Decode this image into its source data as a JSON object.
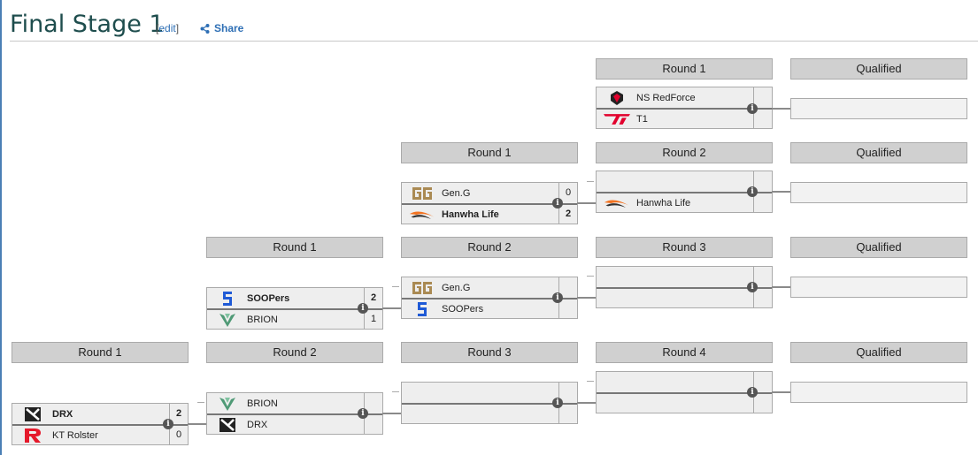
{
  "page": {
    "title": "Final Stage 1",
    "edit_prefix": "[",
    "edit_label": "edit",
    "edit_suffix": "]",
    "share_label": "Share"
  },
  "bracket": {
    "headers": {
      "c5r1": "Round 1",
      "c5q1": "Qualified",
      "c4r2": "Round 1",
      "c5r2": "Round 2",
      "c5q2": "Qualified",
      "c2r3": "Round 1",
      "c3r3": "Round 2",
      "c4r3": "Round 3",
      "c5q3": "Qualified",
      "c1r4": "Round 1",
      "c2r4": "Round 2",
      "c3r4": "Round 3",
      "c4r4": "Round 4",
      "c5q4": "Qualified"
    },
    "matches": {
      "m_ns_t1": {
        "top": {
          "name": "NS RedForce",
          "logo": "ns-redforce-logo"
        },
        "bottom": {
          "name": "T1",
          "logo": "t1-logo"
        }
      },
      "m_geng_hle": {
        "top": {
          "name": "Gen.G",
          "score": "0",
          "logo": "geng-logo"
        },
        "bottom": {
          "name": "Hanwha Life",
          "score": "2",
          "logo": "hanwha-life-logo"
        }
      },
      "m_hle_r2": {
        "top": {
          "name": "",
          "logo": ""
        },
        "bottom": {
          "name": "Hanwha Life",
          "logo": "hanwha-life-logo"
        }
      },
      "m_soopers_brion": {
        "top": {
          "name": "SOOPers",
          "score": "2",
          "logo": "soopers-logo"
        },
        "bottom": {
          "name": "BRION",
          "score": "1",
          "logo": "brion-logo"
        }
      },
      "m_geng_soopers": {
        "top": {
          "name": "Gen.G",
          "logo": "geng-logo"
        },
        "bottom": {
          "name": "SOOPers",
          "logo": "soopers-logo"
        }
      },
      "m_drx_kt": {
        "top": {
          "name": "DRX",
          "score": "2",
          "logo": "drx-logo"
        },
        "bottom": {
          "name": "KT Rolster",
          "score": "0",
          "logo": "kt-rolster-logo"
        }
      },
      "m_brion_drx": {
        "top": {
          "name": "BRION",
          "logo": "brion-logo"
        },
        "bottom": {
          "name": "DRX",
          "logo": "drx-logo"
        }
      }
    },
    "info_glyph": "i",
    "colors": {
      "link": "#2e6fb5",
      "title": "#1e4d4d",
      "header_bg": "#d0d0d0",
      "match_bg": "#eeeeee",
      "t1_red": "#e2012d",
      "hle_orange": "#f37321",
      "geng_gold": "#aa8a53",
      "soopers_blue": "#1f5ad6",
      "brion_green": "#4f9a76",
      "kt_red": "#e5192b"
    }
  }
}
